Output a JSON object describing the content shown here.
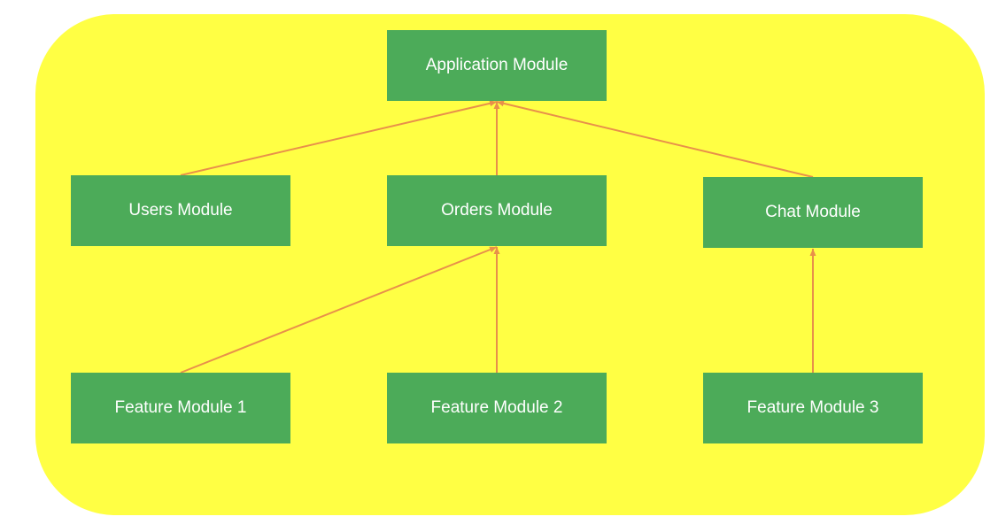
{
  "colors": {
    "background": "#ffffff",
    "container": "#FFFF44",
    "node_fill": "#4CAB59",
    "node_text": "#FFFFFF",
    "edge": "#E8904A"
  },
  "diagram": {
    "nodes": [
      {
        "id": "application",
        "label": "Application Module"
      },
      {
        "id": "users",
        "label": "Users Module"
      },
      {
        "id": "orders",
        "label": "Orders Module"
      },
      {
        "id": "chat",
        "label": "Chat Module"
      },
      {
        "id": "feature1",
        "label": "Feature Module 1"
      },
      {
        "id": "feature2",
        "label": "Feature Module 2"
      },
      {
        "id": "feature3",
        "label": "Feature Module 3"
      }
    ],
    "edges": [
      {
        "from": "users",
        "to": "application"
      },
      {
        "from": "orders",
        "to": "application"
      },
      {
        "from": "chat",
        "to": "application"
      },
      {
        "from": "feature1",
        "to": "orders"
      },
      {
        "from": "feature2",
        "to": "orders"
      },
      {
        "from": "feature3",
        "to": "chat"
      }
    ]
  }
}
